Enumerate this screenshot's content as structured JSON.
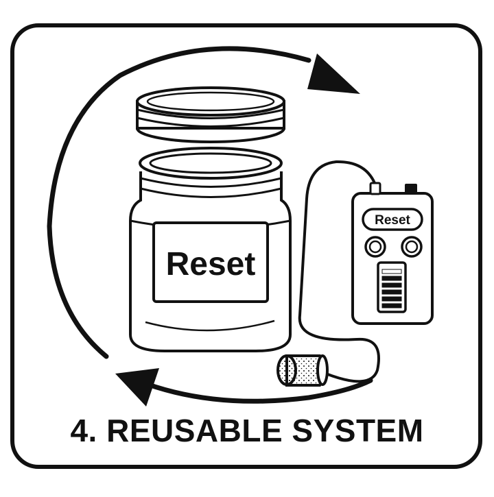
{
  "jar": {
    "label": "Reset"
  },
  "device": {
    "label": "Reset",
    "battery_level": 0.9
  },
  "caption": {
    "text": "4. REUSABLE SYSTEM"
  },
  "icons": [
    "jar-icon",
    "lid-icon",
    "cycle-arrow-icon",
    "controller-device-icon",
    "diffuser-stone-icon",
    "battery-icon"
  ],
  "colors": {
    "ink": "#111111",
    "background": "#ffffff"
  }
}
